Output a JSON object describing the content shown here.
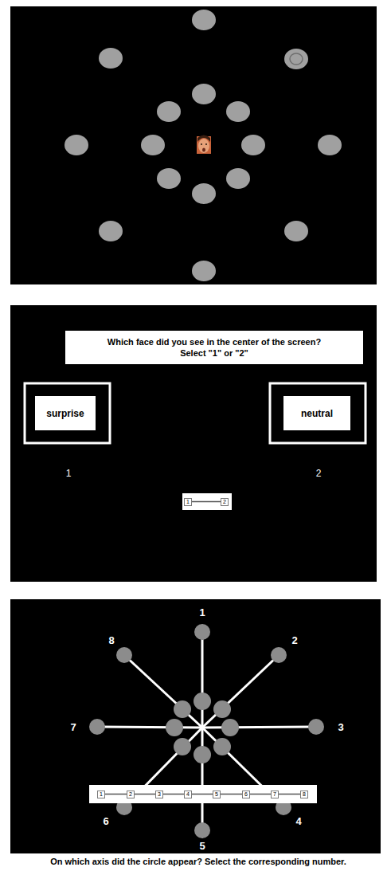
{
  "diagram": {
    "nodes": [
      {
        "text": [
          "Which face did you see in the center of the screen? Select \"1\" or \"2\""
        ]
      },
      {
        "text": [
          "surprise"
        ]
      },
      {
        "text": [
          "neutral"
        ]
      },
      {
        "text": [
          "1"
        ]
      },
      {
        "text": [
          "2"
        ]
      },
      {
        "text": [
          "1"
        ]
      },
      {
        "text": [
          "2"
        ]
      },
      {
        "text": [
          "3"
        ]
      },
      {
        "text": [
          "4"
        ]
      },
      {
        "text": [
          "5"
        ]
      },
      {
        "text": [
          "6"
        ]
      },
      {
        "text": [
          "7"
        ]
      },
      {
        "text": [
          "8"
        ]
      },
      {
        "text": [
          "On which axis did the circle appear? Select the corresponding number."
        ]
      }
    ],
    "edges": [
      {
        "from": 3,
        "to": 4,
        "arrow": "none"
      },
      {
        "from": 5,
        "to": 6,
        "arrow": "none"
      },
      {
        "from": 6,
        "to": 7,
        "arrow": "none"
      },
      {
        "from": 7,
        "to": 8,
        "arrow": "none"
      },
      {
        "from": 8,
        "to": 9,
        "arrow": "none"
      },
      {
        "from": 9,
        "to": 10,
        "arrow": "none"
      },
      {
        "from": 10,
        "to": 11,
        "arrow": "none"
      },
      {
        "from": 11,
        "to": 12,
        "arrow": "none"
      }
    ],
    "labels": [
      "1",
      "2",
      "1",
      "2",
      "3",
      "4",
      "5",
      "6",
      "7",
      "8"
    ]
  }
}
